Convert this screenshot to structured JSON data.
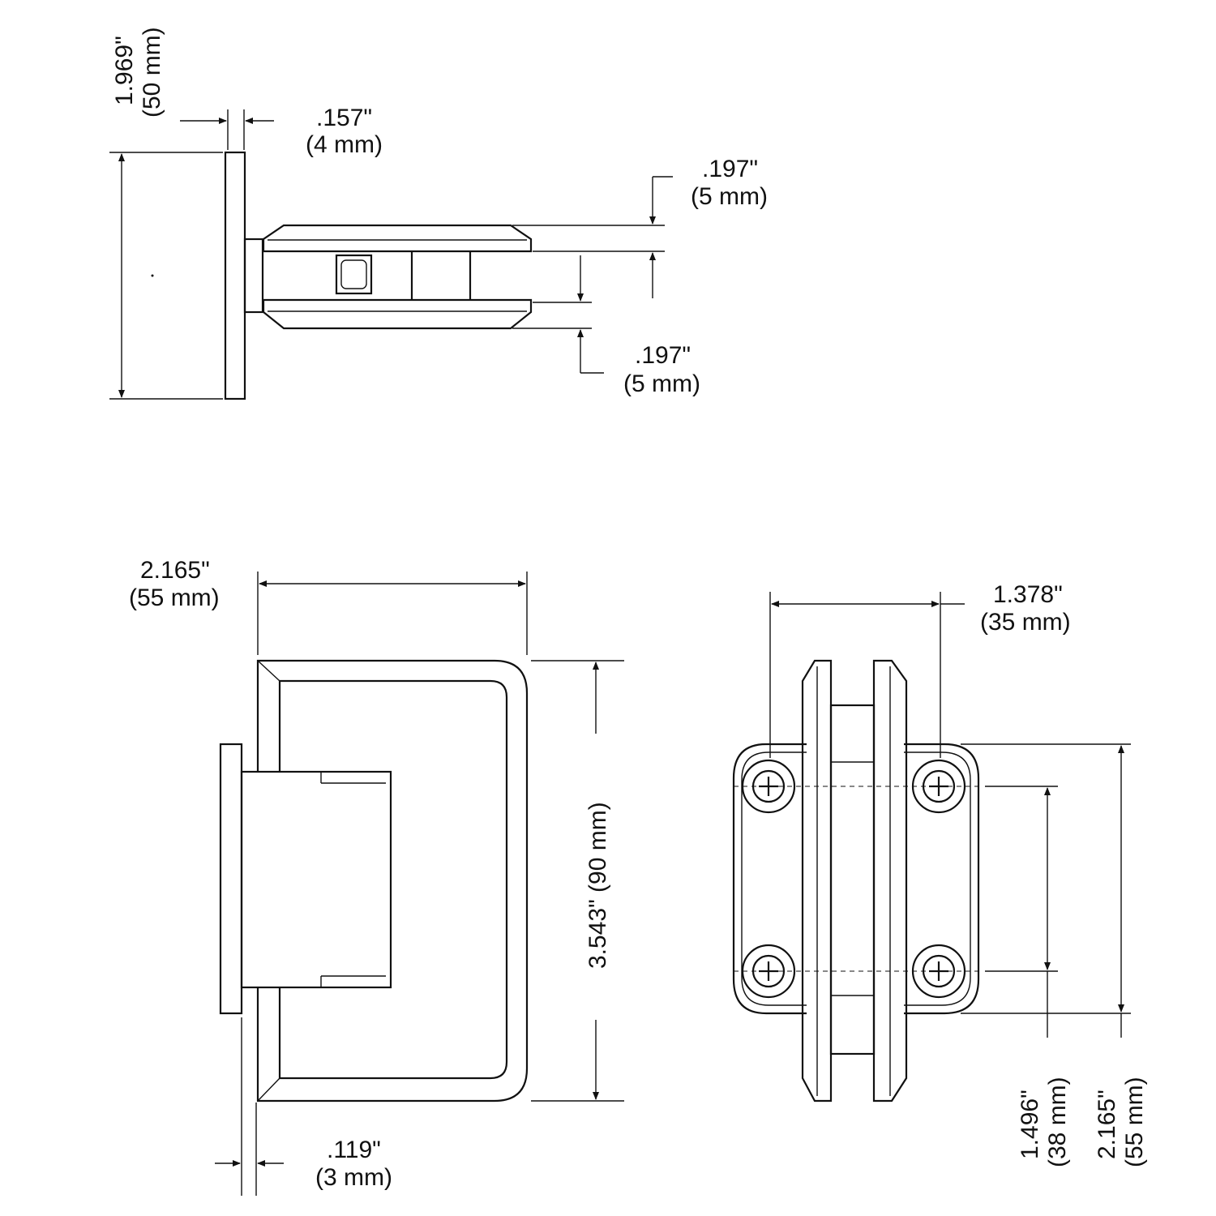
{
  "top_view": {
    "height_dim": {
      "inch": "1.969\"",
      "mm": "(50 mm)"
    },
    "plate_thickness_dim": {
      "inch": ".157\"",
      "mm": "(4 mm)"
    },
    "upper_offset_dim": {
      "inch": ".197\"",
      "mm": "(5 mm)"
    },
    "lower_offset_dim": {
      "inch": ".197\"",
      "mm": "(5 mm)"
    }
  },
  "side_view": {
    "width_dim": {
      "inch": "2.165\"",
      "mm": "(55 mm)"
    },
    "height_dim": {
      "label": "3.543\" (90 mm)"
    },
    "gap_dim": {
      "inch": ".119\"",
      "mm": "(3 mm)"
    }
  },
  "front_view": {
    "hole_spacing_h_dim": {
      "inch": "1.378\"",
      "mm": "(35 mm)"
    },
    "hole_spacing_v_dim": {
      "inch": "1.496\"",
      "mm": "(38 mm)"
    },
    "plate_height_dim": {
      "inch": "2.165\"",
      "mm": "(55 mm)"
    }
  }
}
